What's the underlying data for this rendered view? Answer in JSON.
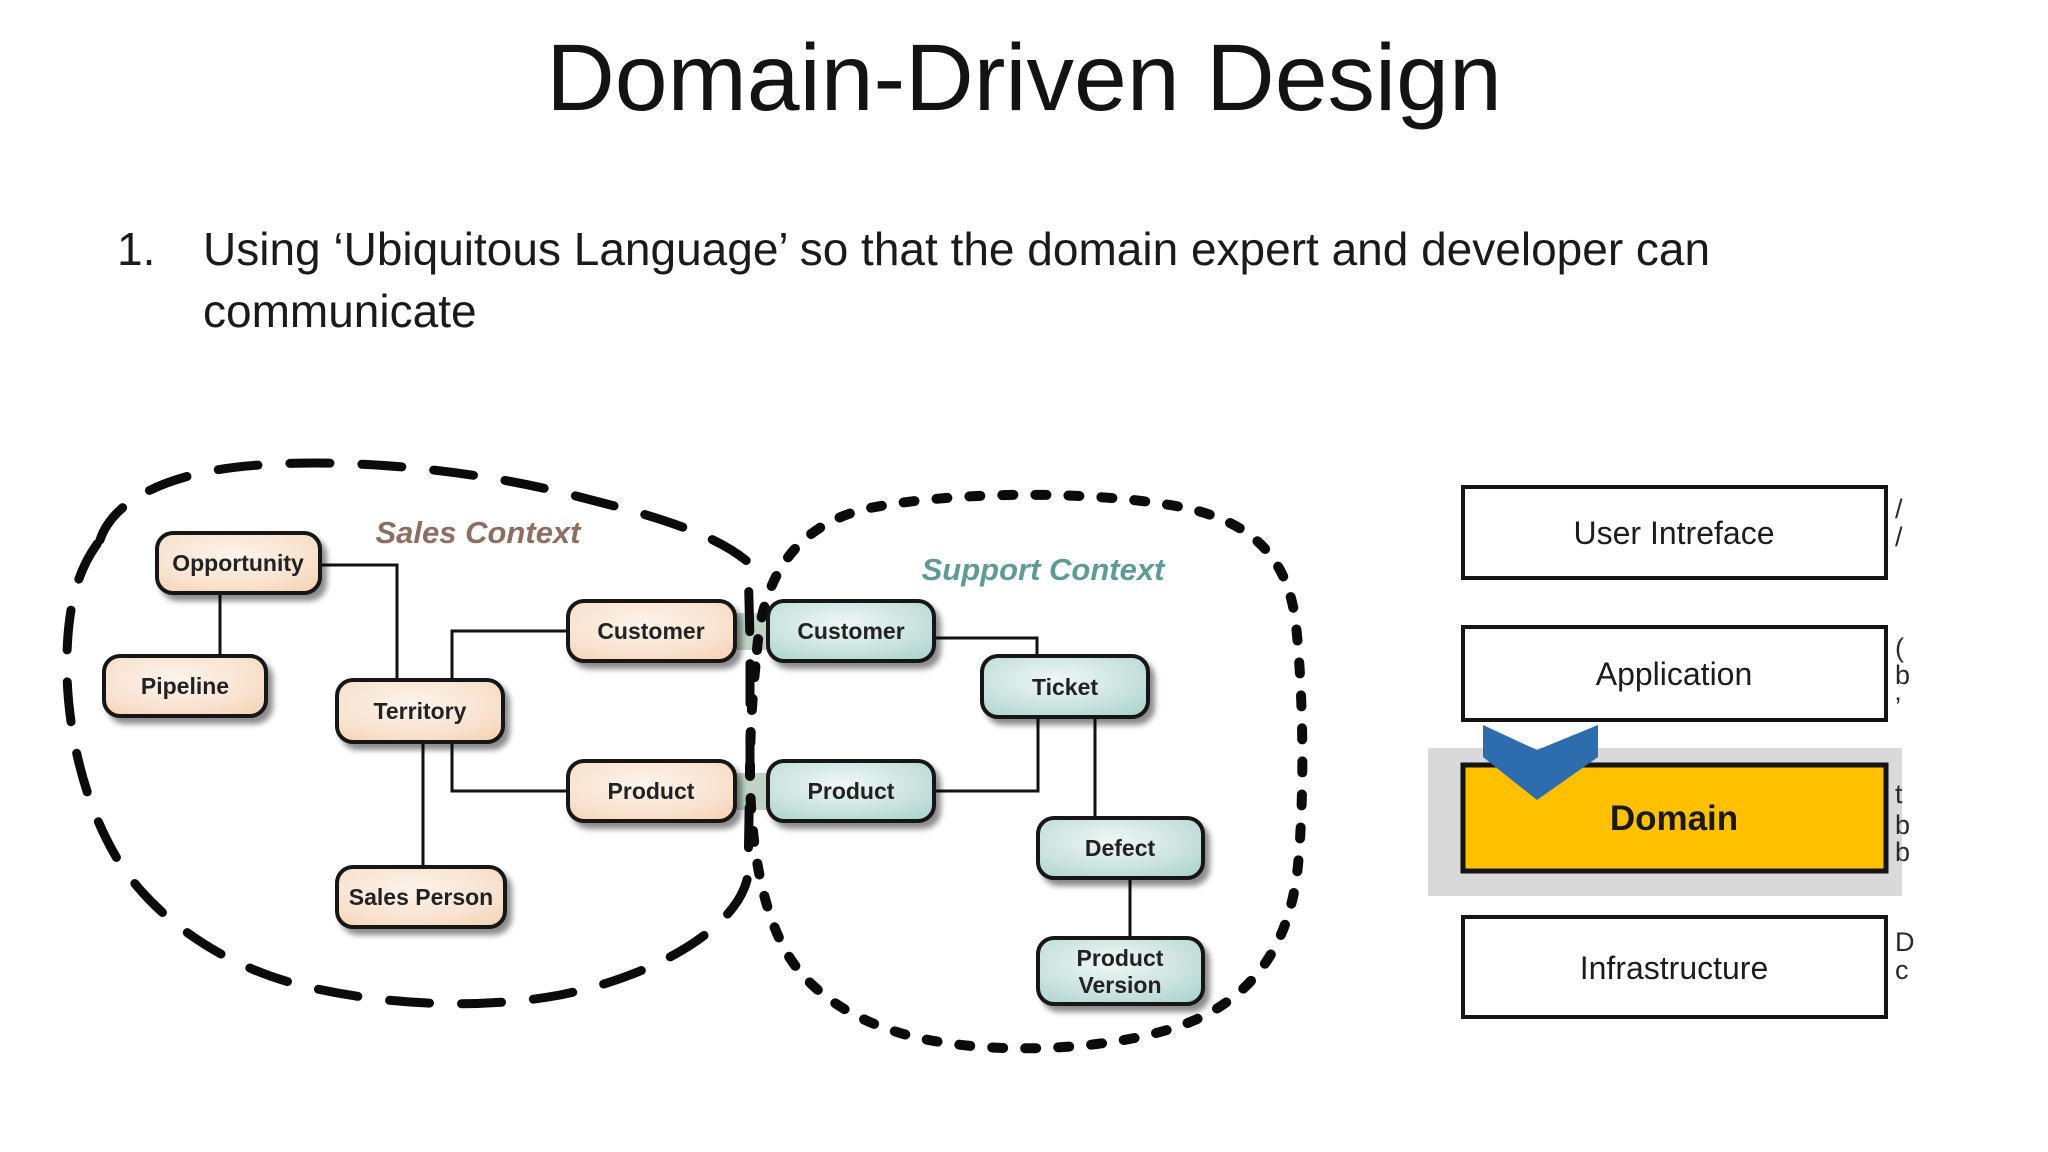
{
  "slide": {
    "title": "Domain-Driven Design",
    "bullet": {
      "number": "1.",
      "text": "Using ‘Ubiquitous Language’ so that the domain expert and developer can communicate"
    }
  },
  "contexts": {
    "sales": {
      "label": "Sales Context",
      "label_color": "#8c6f62",
      "box_edge_color": "#f3d0b2",
      "nodes": {
        "opportunity": "Opportunity",
        "pipeline": "Pipeline",
        "territory": "Territory",
        "customer": "Customer",
        "product": "Product",
        "sales_person": "Sales Person"
      }
    },
    "support": {
      "label": "Support Context",
      "label_color": "#5e9b95",
      "box_edge_color": "#9ecec9",
      "nodes": {
        "customer": "Customer",
        "ticket": "Ticket",
        "product": "Product",
        "defect": "Defect",
        "product_version_line1": "Product",
        "product_version_line2": "Version"
      }
    },
    "shared_connector_color": "#bfd3c4",
    "relationships": [
      "Opportunity - Pipeline",
      "Opportunity - Territory",
      "Territory - Customer",
      "Territory - Product",
      "Territory - Sales Person",
      "Customer (sales) = Customer (support)",
      "Product (sales) = Product (support)",
      "Customer (support) - Ticket",
      "Ticket - Product (support)",
      "Ticket - Defect",
      "Defect - Product Version"
    ]
  },
  "layers": {
    "items": [
      {
        "label": "User Intreface",
        "highlighted": false
      },
      {
        "label": "Application",
        "highlighted": false
      },
      {
        "label": "Domain",
        "highlighted": true
      },
      {
        "label": "Infrastructure",
        "highlighted": false
      }
    ],
    "domain_fill": "#ffc000",
    "band_fill": "#d9d9d9",
    "chevron_color": "#2e6dad",
    "edge_fragments": {
      "user_interface": [
        "/",
        "/"
      ],
      "application": [
        "(",
        "b",
        "’"
      ],
      "domain": [
        "t",
        "b",
        "b"
      ],
      "infrastructure": [
        "D",
        "c"
      ]
    }
  }
}
